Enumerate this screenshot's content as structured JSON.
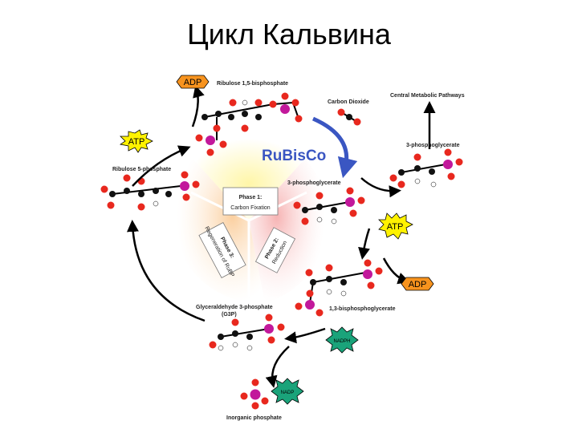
{
  "title": "Цикл Кальвина",
  "enzyme": "RuBisCo",
  "phases": [
    {
      "title": "Phase 1:",
      "name": "Carbon Fixation"
    },
    {
      "title": "Phase 2:",
      "name": "Reduction"
    },
    {
      "title": "Phase 3:",
      "name": "Regeneration of RuBP"
    }
  ],
  "molecules": {
    "rubp": "Ribulose 1,5-bisphosphate",
    "co2": "Carbon Dioxide",
    "central": "Central Metabolic Pathways",
    "pga_out": "3-phosphoglycerate",
    "pga_in": "3-phosphoglycerate",
    "bpg": "1,3-bisphosphoglycerate",
    "g3p": "Glyceraldehyde 3-phosphate",
    "g3p_abbr": "(G3P)",
    "ru5p": "Ribulose 5-phosphate",
    "pi": "Inorganic phosphate"
  },
  "cofactors": {
    "atp_top": "ATP",
    "adp_top": "ADP",
    "atp_right": "ATP",
    "adp_right": "ADP",
    "nadph": "NADPH",
    "nadp": "NADP"
  },
  "colors": {
    "carbon": "#111111",
    "oxygen": "#e8281e",
    "phosphorus": "#c2189b",
    "hydrogen": "#ffffff",
    "atp": "#fff200",
    "adp": "#f7931e",
    "nadph": "#1aa37a",
    "rubisco": "#3a56c2"
  }
}
